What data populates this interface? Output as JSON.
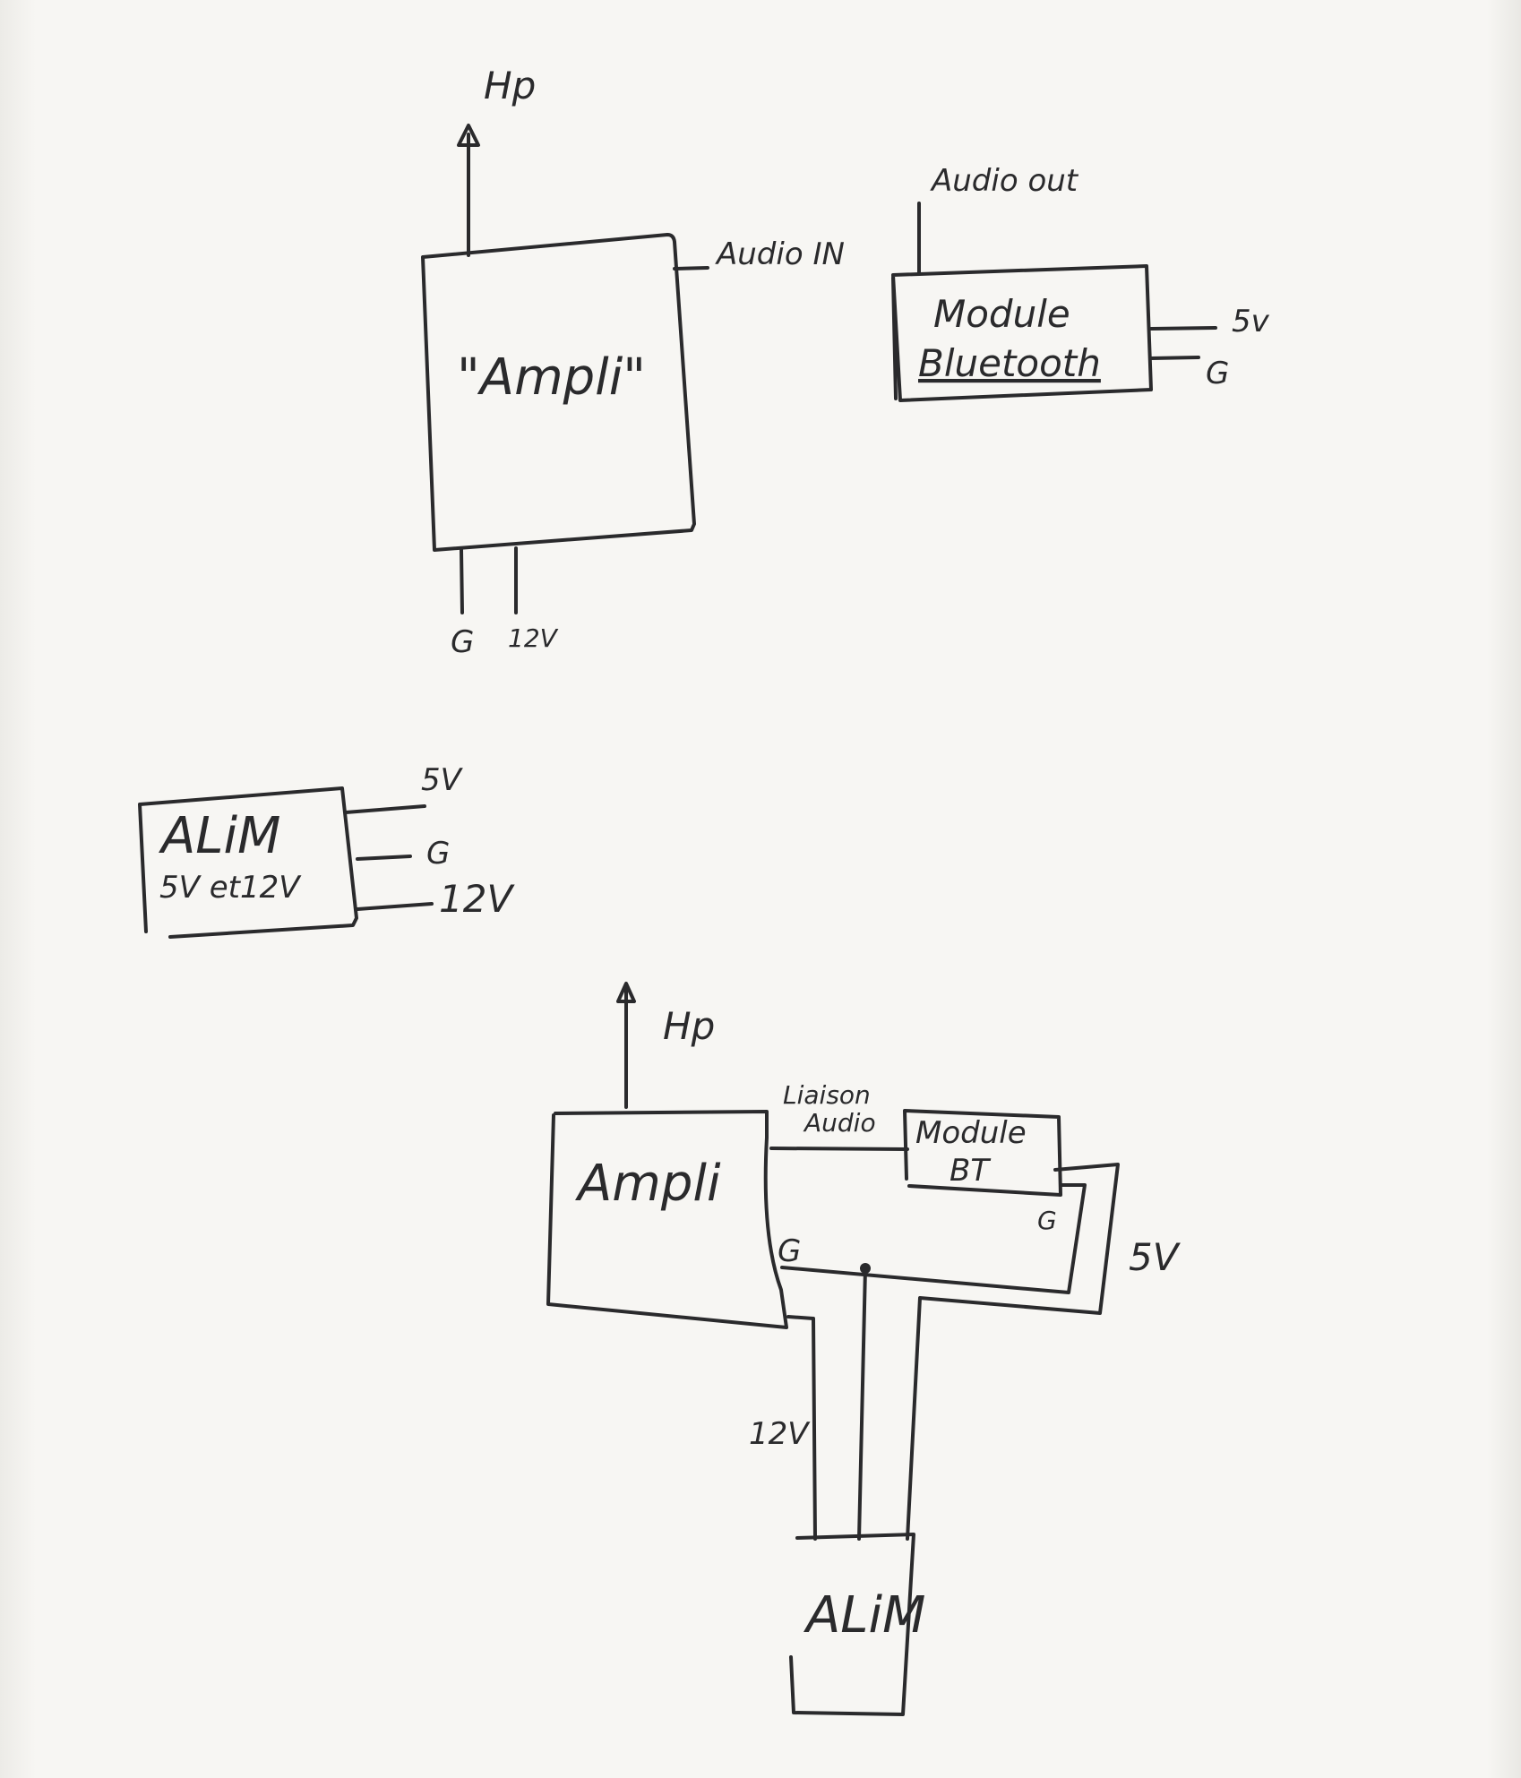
{
  "top_diagram": {
    "ampli_label": "\"Ampli\"",
    "hp_label": "Hp",
    "audio_in_label": "Audio IN",
    "ground_label": "G",
    "v12_label": "12V",
    "bt_module": {
      "line1": "Module",
      "line2": "Bluetooth",
      "audio_out_label": "Audio out",
      "v5_label": "5v",
      "ground_label": "G"
    }
  },
  "alim_diagram": {
    "line1": "ALiM",
    "line2": "5V et12V",
    "v5_label": "5V",
    "ground_label": "G",
    "v12_label": "12V"
  },
  "bottom_diagram": {
    "hp_label": "Hp",
    "ampli_label": "Ampli",
    "link_label_line1": "Liaison",
    "link_label_line2": "Audio",
    "bt_line1": "Module",
    "bt_line2": "BT",
    "ground_ampli_label": "G",
    "ground_bt_label": "G",
    "v5_label": "5V",
    "v12_label": "12V",
    "alim_label": "ALiM"
  }
}
